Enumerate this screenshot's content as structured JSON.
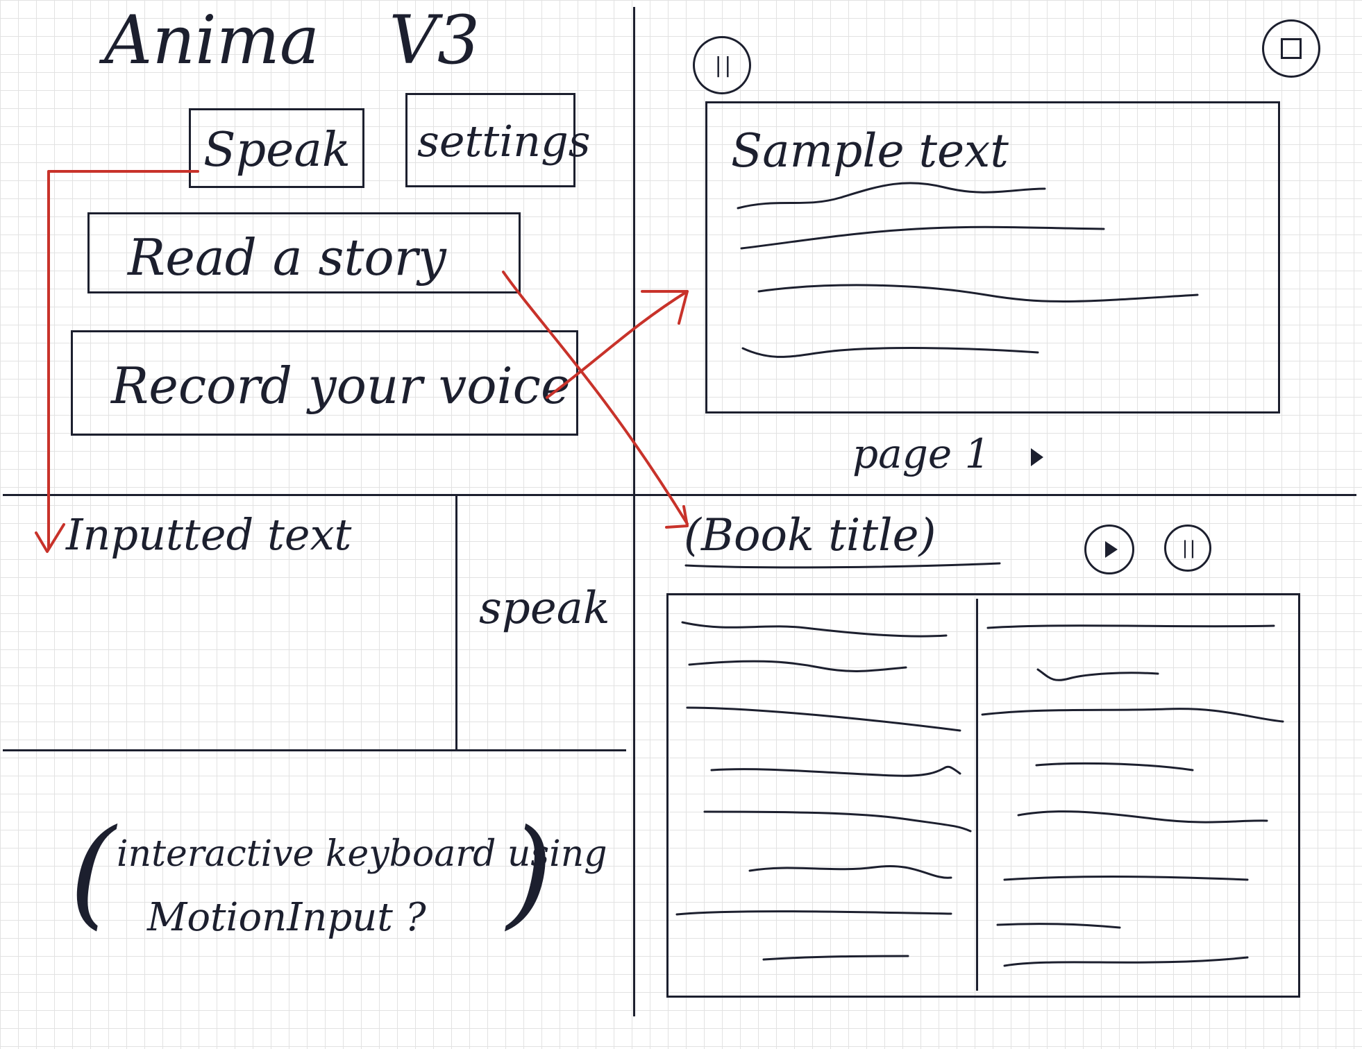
{
  "app": {
    "title": "Anima",
    "version": "V3"
  },
  "menu": {
    "speak_label": "Speak",
    "settings_label": "settings",
    "read_story_label": "Read a story",
    "record_voice_label": "Record your voice"
  },
  "speak_panel": {
    "inputted_text_label": "Inputted text",
    "speak_button_label": "speak",
    "keyboard_note_line1": "interactive keyboard using",
    "keyboard_note_line2": "MotionInput ?"
  },
  "record_panel": {
    "sample_text_label": "Sample text",
    "pager_label": "page 1",
    "pause_icon": "pause-icon",
    "stop_icon": "stop-icon",
    "next_icon": "play-triangle-icon"
  },
  "story_panel": {
    "book_title": "(Book title)",
    "play_icon": "play-icon",
    "pause_icon": "pause-icon"
  },
  "colors": {
    "ink": "#1c1f2e",
    "arrow": "#c8322a",
    "grid": "#e2e2e2"
  }
}
